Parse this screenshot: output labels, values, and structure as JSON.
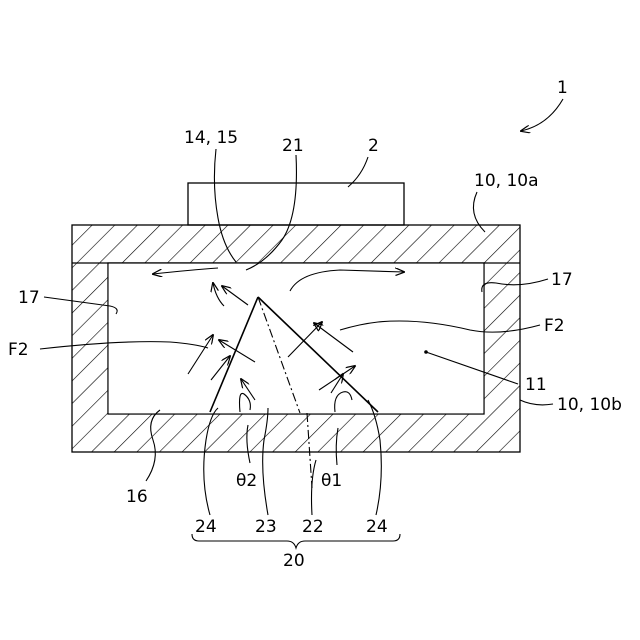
{
  "labels": {
    "device": "1",
    "top_part": "2",
    "item_14_15": "14, 15",
    "item_21": "21",
    "wall_upper": "10, 10a",
    "wall_lower": "10, 10b",
    "side_17_left": "17",
    "side_17_right": "17",
    "flow_left": "F2",
    "flow_right": "F2",
    "chamber": "11",
    "bottom_16": "16",
    "theta2": "θ2",
    "theta1": "θ1",
    "item_24_left": "24",
    "item_23": "23",
    "item_22": "22",
    "item_24_right": "24",
    "group_20": "20"
  }
}
